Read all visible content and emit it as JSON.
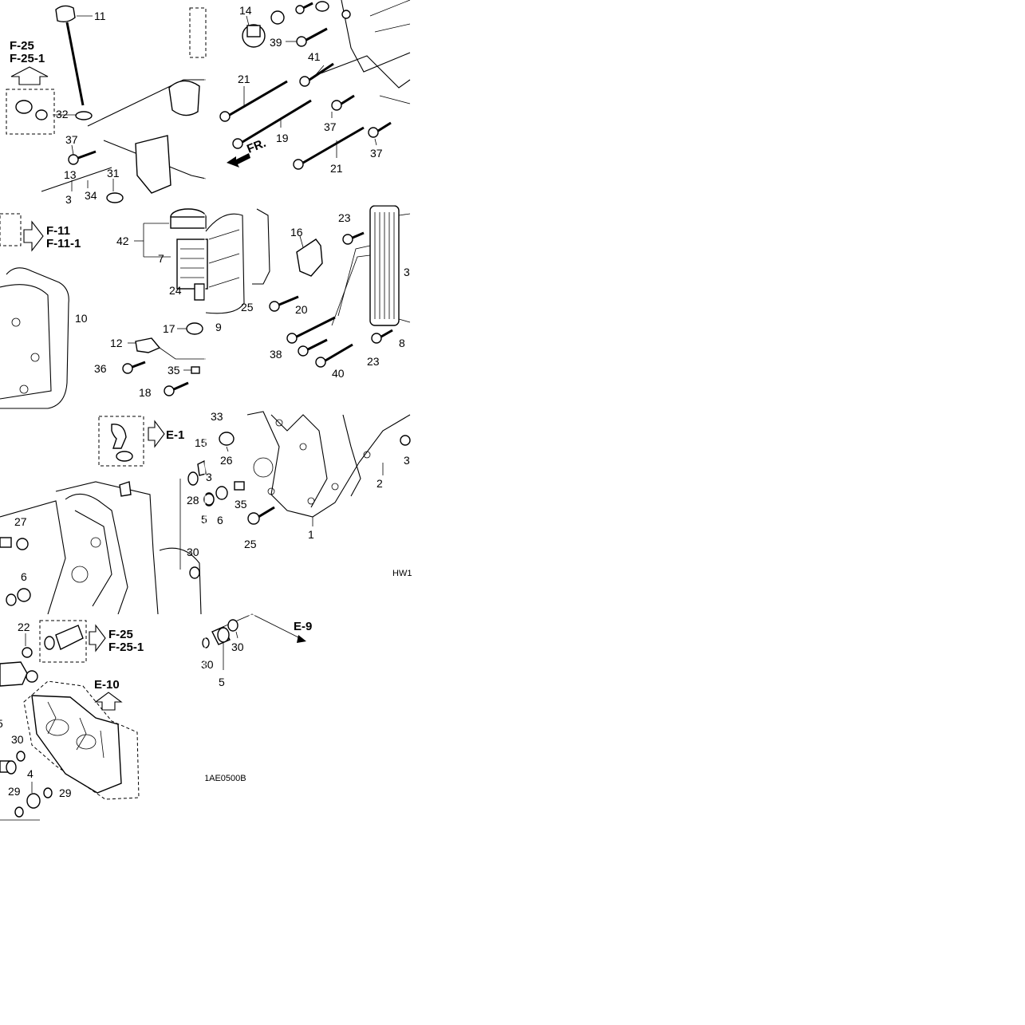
{
  "tiles": [
    {
      "id": "top-left",
      "refs": [
        {
          "text": "F-25"
        },
        {
          "text": "F-25-1"
        }
      ],
      "labels": [
        "11",
        "32",
        "37",
        "13",
        "3",
        "34",
        "31"
      ]
    },
    {
      "id": "top-right",
      "refs": [],
      "labels": [
        "14",
        "39",
        "41",
        "21",
        "37",
        "19",
        "37",
        "21"
      ],
      "direction": "FR."
    },
    {
      "id": "mid-left",
      "refs": [
        {
          "text": "F-11"
        },
        {
          "text": "F-11-1"
        }
      ],
      "labels": [
        "42",
        "7",
        "24",
        "10",
        "12",
        "17",
        "36",
        "35",
        "18"
      ]
    },
    {
      "id": "mid-right",
      "refs": [],
      "labels": [
        "16",
        "23",
        "3",
        "9",
        "25",
        "20",
        "8",
        "38",
        "40",
        "23"
      ]
    },
    {
      "id": "lower-left",
      "refs": [
        {
          "text": "E-1"
        }
      ],
      "labels": [
        "15",
        "3",
        "28",
        "27",
        "6",
        "5",
        "30"
      ]
    },
    {
      "id": "lower-right",
      "refs": [],
      "labels": [
        "33",
        "26",
        "3",
        "2",
        "35",
        "6",
        "25",
        "1"
      ],
      "code": "HW1"
    },
    {
      "id": "bottom-left",
      "refs": [
        {
          "text": "F-25"
        },
        {
          "text": "F-25-1"
        },
        {
          "text": "E-10"
        }
      ],
      "labels": [
        "22",
        "5",
        "30",
        "4",
        "29",
        "29"
      ]
    },
    {
      "id": "bottom-right",
      "refs": [
        {
          "text": "E-9"
        }
      ],
      "labels": [
        "30",
        "30",
        "5"
      ],
      "code": "1AE0500B"
    }
  ]
}
